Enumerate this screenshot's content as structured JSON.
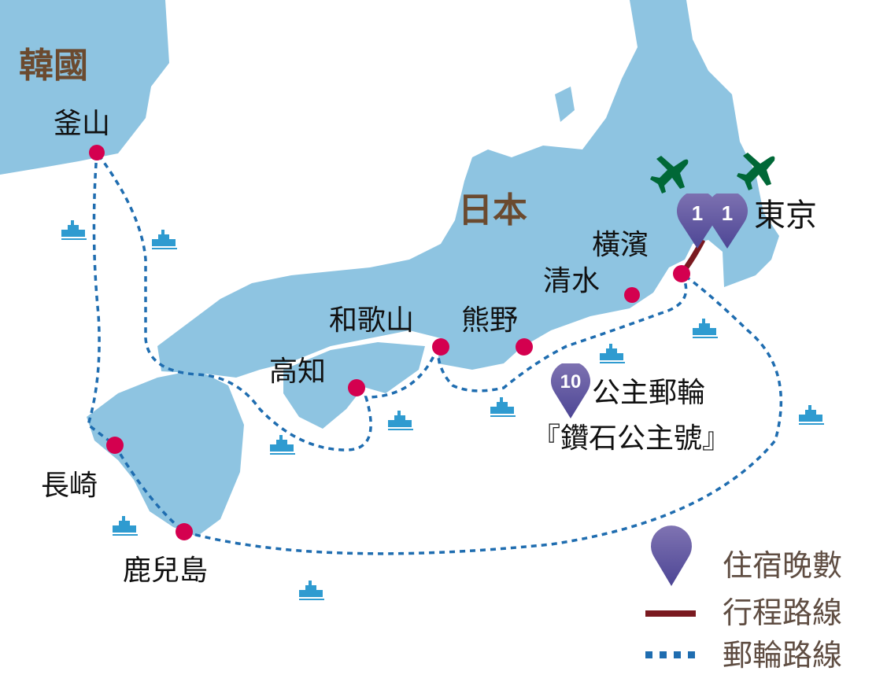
{
  "countries": {
    "korea": "韓國",
    "japan": "日本"
  },
  "ports": {
    "busan": "釜山",
    "tokyo": "東京",
    "yokohama": "橫濱",
    "shimizu": "清水",
    "wakayama": "和歌山",
    "kumano": "熊野",
    "kochi": "高知",
    "nagasaki": "長崎",
    "kagoshima": "鹿兒島"
  },
  "pins": [
    {
      "nights": "1"
    },
    {
      "nights": "1"
    },
    {
      "nights": "10"
    }
  ],
  "ship": {
    "line1": "公主郵輪",
    "line2": "『鑽石公主號』"
  },
  "legend": {
    "nights_label": "住宿晚數",
    "itinerary_label": "行程路線",
    "cruise_label": "郵輪路線"
  },
  "colors": {
    "land": "#8ec4e1",
    "port": "#d4004f",
    "cruise_route": "#1f6db0",
    "itinerary": "#7a1a20",
    "plane": "#006837",
    "pin_top": "#7f73b2",
    "pin_bottom": "#4d4695"
  }
}
